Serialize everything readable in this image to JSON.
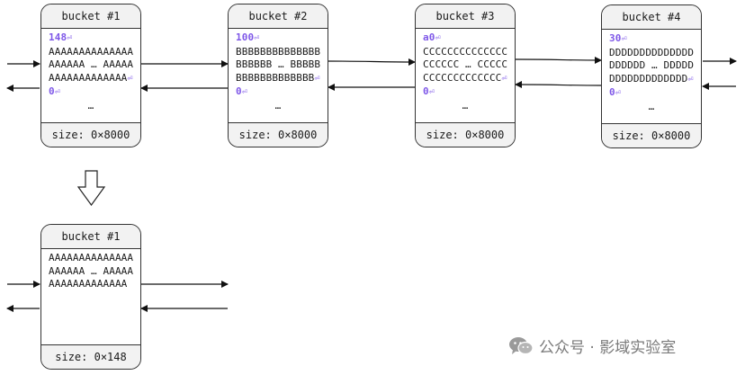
{
  "buckets": [
    {
      "title": "bucket #1",
      "head_num": "148",
      "ret": "⏎",
      "line2": "AAAAAAAAAAAAAA",
      "line3": "AAAAAA … AAAAA",
      "line4": "AAAAAAAAAAAAA",
      "tail_num": "0",
      "dots": "…",
      "size": "size: 0×8000"
    },
    {
      "title": "bucket #2",
      "head_num": "100",
      "ret": "⏎",
      "line2": "BBBBBBBBBBBBBB",
      "line3": "BBBBBB … BBBBB",
      "line4": "BBBBBBBBBBBBB",
      "tail_num": "0",
      "dots": "…",
      "size": "size: 0×8000"
    },
    {
      "title": "bucket #3",
      "head_num": "a0",
      "ret": "⏎",
      "line2": "CCCCCCCCCCCCCC",
      "line3": "CCCCCC … CCCCC",
      "line4": "CCCCCCCCCCCCC",
      "tail_num": "0",
      "dots": "…",
      "size": "size: 0×8000"
    },
    {
      "title": "bucket #4",
      "head_num": "30",
      "ret": "⏎",
      "line2": "DDDDDDDDDDDDDD",
      "line3": "DDDDDD … DDDDD",
      "line4": "DDDDDDDDDDDDD",
      "tail_num": "0",
      "dots": "…",
      "size": "size: 0×8000"
    }
  ],
  "result_bucket": {
    "title": "bucket #1",
    "line1": "AAAAAAAAAAAAAA",
    "line2": "AAAAAA … AAAAA",
    "line3": "AAAAAAAAAAAAA",
    "size": "size: 0×148"
  },
  "watermark": {
    "icon": "wechat-icon",
    "text": "公众号 · 影域实验室"
  }
}
